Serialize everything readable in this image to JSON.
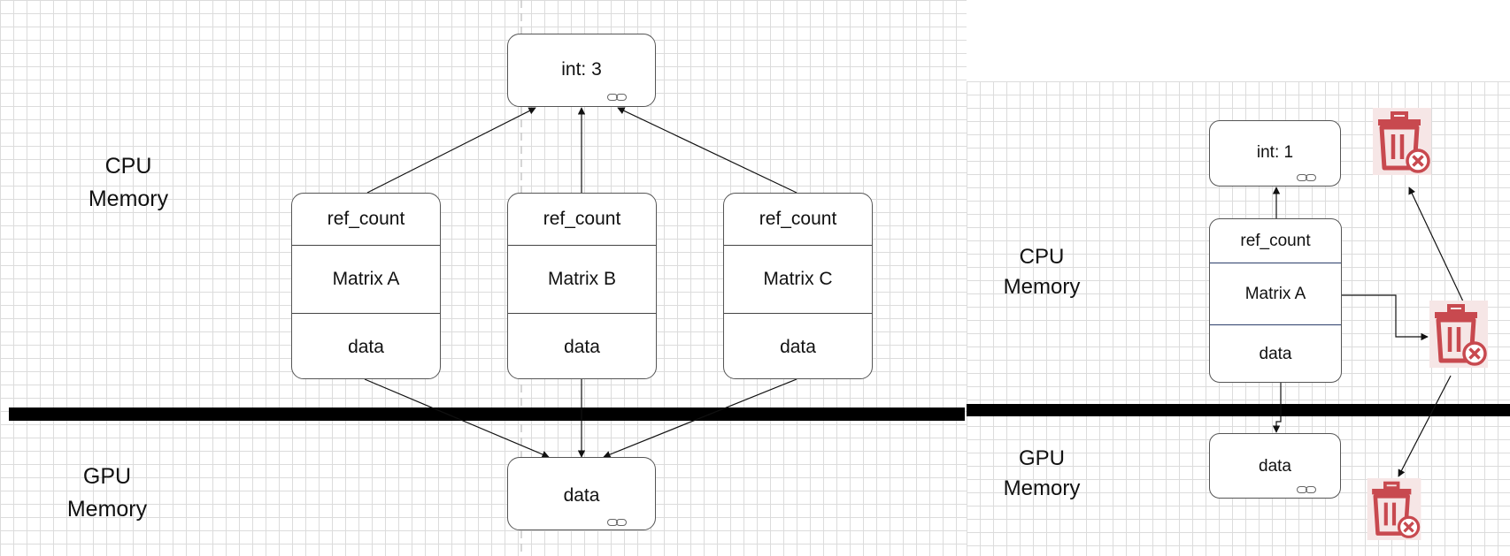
{
  "left_diagram": {
    "labels": {
      "cpu": "CPU\nMemory",
      "gpu": "GPU\nMemory"
    },
    "counter": {
      "text": "int: 3"
    },
    "matrices": [
      {
        "ref": "ref_count",
        "name": "Matrix A",
        "data": "data"
      },
      {
        "ref": "ref_count",
        "name": "Matrix B",
        "data": "data"
      },
      {
        "ref": "ref_count",
        "name": "Matrix C",
        "data": "data"
      }
    ],
    "gpu_data": {
      "text": "data"
    }
  },
  "right_diagram": {
    "labels": {
      "cpu": "CPU\nMemory",
      "gpu": "GPU\nMemory"
    },
    "counter": {
      "text": "int: 1"
    },
    "matrix": {
      "ref": "ref_count",
      "name": "Matrix A",
      "data": "data"
    },
    "gpu_data": {
      "text": "data"
    }
  },
  "colors": {
    "trash": "#c8494f",
    "trash_light": "#f6e6e6",
    "divider": "#000000",
    "matrix_separator_right": "#2c3e6b"
  },
  "icons": [
    "link-icon",
    "trash-delete-icon"
  ]
}
